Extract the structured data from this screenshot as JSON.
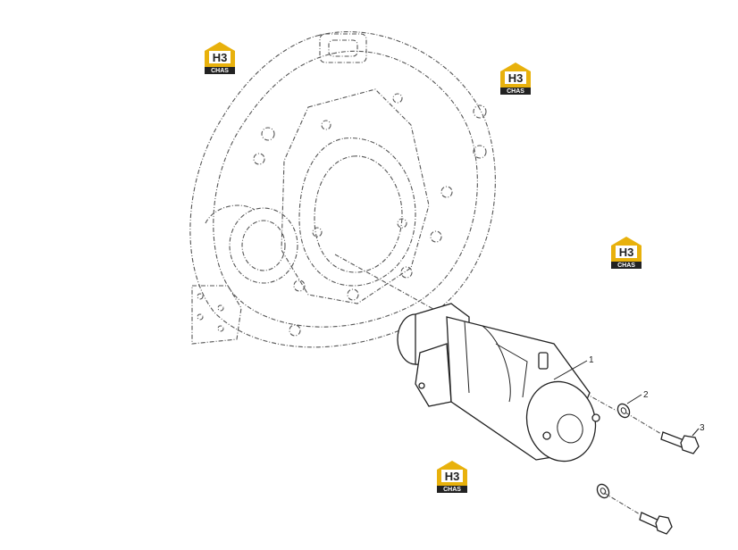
{
  "callouts": [
    {
      "id": "1",
      "label": "1"
    },
    {
      "id": "2",
      "label": "2"
    },
    {
      "id": "3",
      "label": "3"
    }
  ],
  "watermark": {
    "letters": "H3",
    "caption": "CHAS",
    "colors": {
      "gold": "#e8b10c",
      "dark": "#222222",
      "caption_bg": "#222222"
    }
  },
  "parts": {
    "housing": "flywheel-housing",
    "starter": "starter-motor",
    "washer": "washer",
    "bolt": "bolt"
  }
}
